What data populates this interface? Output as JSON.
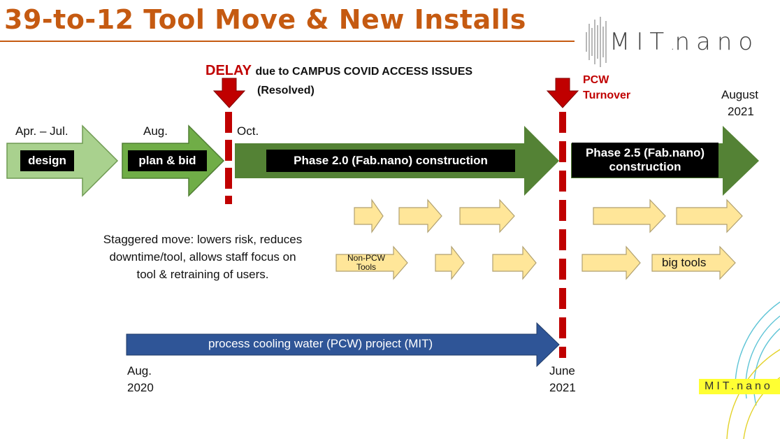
{
  "title": "39-to-12 Tool Move & New Installs",
  "logo": {
    "left": "MIT",
    "dot": ".",
    "right": "nano"
  },
  "delay": {
    "prefix": "DELAY",
    "rest": "due to CAMPUS COVID ACCESS ISSUES",
    "resolved": "(Resolved)"
  },
  "pcw_turnover": {
    "line1": "PCW",
    "line2": "Turnover"
  },
  "dates": {
    "apr_jul": "Apr. – Jul.",
    "aug": "Aug.",
    "oct": "Oct.",
    "august": "August",
    "august_year": "2021",
    "aug_2020_line1": "Aug.",
    "aug_2020_line2": "2020",
    "june": "June",
    "june_year": "2021"
  },
  "phases": {
    "design": "design",
    "plan": "plan & bid",
    "phase20": "Phase 2.0 (Fab.nano) construction",
    "phase25_line1": "Phase 2.5 (Fab.nano)",
    "phase25_line2": "construction"
  },
  "note": {
    "line1": "Staggered move: lowers risk, reduces",
    "line2": "downtime/tool, allows staff focus on",
    "line3": "tool & retraining of users."
  },
  "small_arrows": {
    "non_pcw_1": "Non-PCW",
    "non_pcw_2": "Tools",
    "big_tools": "big tools"
  },
  "pcw_project": "process cooling water (PCW) project (MIT)",
  "badge": "MIT.nano",
  "colors": {
    "title": "#c55a11",
    "light_green": "#a9d18e",
    "mid_green": "#70ad47",
    "dark_green": "#548235",
    "delay_red": "#c00000",
    "tool_arrow": "#ffe699",
    "blue": "#2f5597"
  }
}
